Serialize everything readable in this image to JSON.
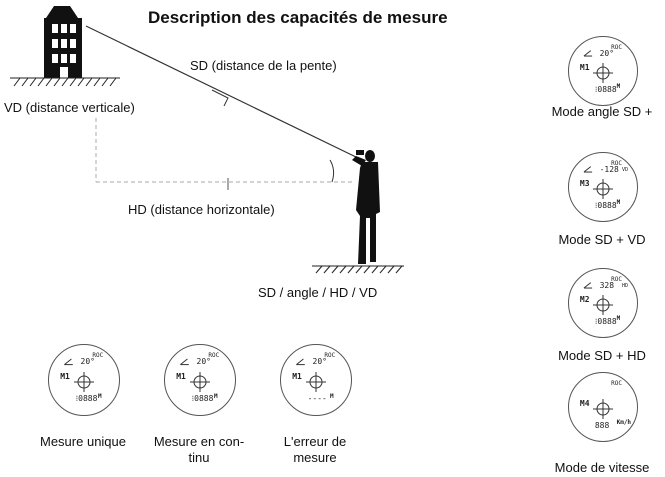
{
  "title": "Description des capacités de mesure",
  "diagram": {
    "sd_label": "SD (distance de la pente)",
    "vd_label": "VD (distance verticale)",
    "hd_label": "HD (distance horizontale)",
    "observer_label": "SD / angle / HD / VD"
  },
  "modes_right": [
    {
      "caption": "Mode angle SD +",
      "line1": "20°",
      "mode": "M1",
      "value": "⁝0888",
      "unit": "M",
      "icon": "angle-icon",
      "badge": "ROC"
    },
    {
      "caption": "Mode SD + VD",
      "line1": "-128",
      "suffix": "VD",
      "mode": "M3",
      "value": "⁝0888",
      "unit": "M",
      "icon": "angle-icon",
      "badge": "ROC"
    },
    {
      "caption": "Mode SD + HD",
      "line1": "328",
      "suffix": "HD",
      "mode": "M2",
      "value": "⁝0888",
      "unit": "M",
      "icon": "angle-icon",
      "badge": "ROC"
    },
    {
      "caption": "Mode de vitesse",
      "line1": "",
      "mode": "M4",
      "value": "888",
      "unit": "Km/h",
      "icon": "",
      "badge": "ROC"
    }
  ],
  "modes_bottom": [
    {
      "caption": "Mesure unique",
      "line1": "20°",
      "mode": "M1",
      "value": "⁝0888",
      "unit": "M",
      "badge": "ROC"
    },
    {
      "caption": "Mesure en con-\ntinu",
      "line1": "20°",
      "mode": "M1",
      "value": "⁝0888",
      "unit": "M",
      "badge": "ROC"
    },
    {
      "caption": "L'erreur de\nmesure",
      "line1": "20°",
      "mode": "M1",
      "value": "----",
      "unit": "M",
      "badge": "ROC"
    }
  ]
}
